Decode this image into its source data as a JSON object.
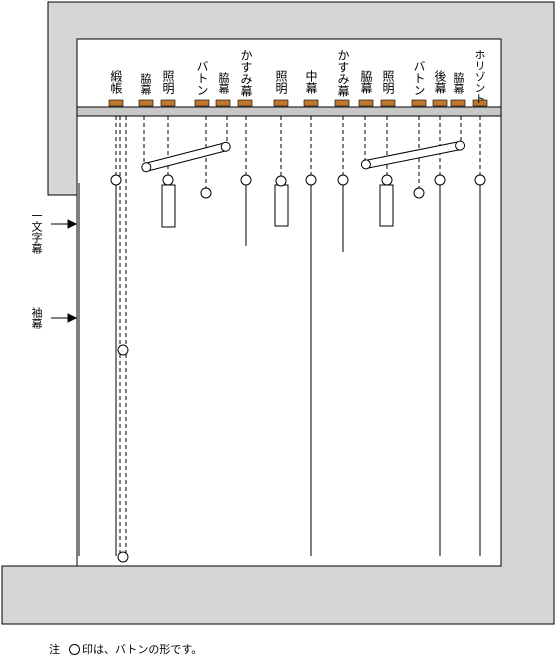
{
  "labels": {
    "donchou": "緞帳",
    "wakimaku_1": "脇幕",
    "shoumei_1": "照明",
    "baton_1": "バトン",
    "wakimaku_2": "脇幕",
    "kasumimaku_1": "かすみ幕",
    "shoumei_2": "照明",
    "nakamaku": "中幕",
    "kasumimaku_2": "かすみ幕",
    "wakimaku_3": "脇幕",
    "shoumei_3": "照明",
    "baton_2": "バトン",
    "atomaku": "後幕",
    "wakimaku_4": "脇幕",
    "horizont": "ホリゾント",
    "ichimonji": "一文字幕",
    "sodemaku": "袖幕"
  },
  "note": {
    "prefix": "注",
    "text": "印は、バトンの形です。"
  },
  "colors": {
    "frame": "#d6d6d6",
    "bar": "#c8c8c8",
    "marker": "#c0782e",
    "line": "#000000"
  }
}
